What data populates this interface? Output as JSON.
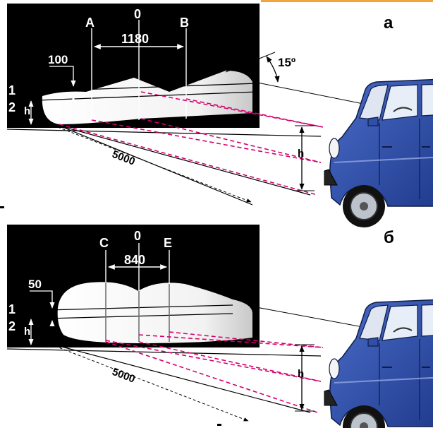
{
  "top": {
    "panel_letter": "а",
    "label_A": "A",
    "label_0": "0",
    "label_B": "B",
    "dim_width": "1180",
    "dim_offset": "100",
    "angle": "15º",
    "line_1": "1",
    "line_2": "2",
    "h_left": "h",
    "h_car": "h",
    "distance": "5000"
  },
  "bottom": {
    "panel_letter": "б",
    "label_C": "C",
    "label_0": "0",
    "label_E": "E",
    "dim_width": "840",
    "dim_offset": "50",
    "line_1": "1",
    "line_2": "2",
    "h_left": "h",
    "h_car": "h",
    "distance": "5000"
  },
  "colors": {
    "screen": "#000000",
    "car_body": "#2f4fa8",
    "car_shadow": "#1c2f70",
    "beam_line": "#d4006e",
    "beam_fill": "#e6e6e6"
  }
}
